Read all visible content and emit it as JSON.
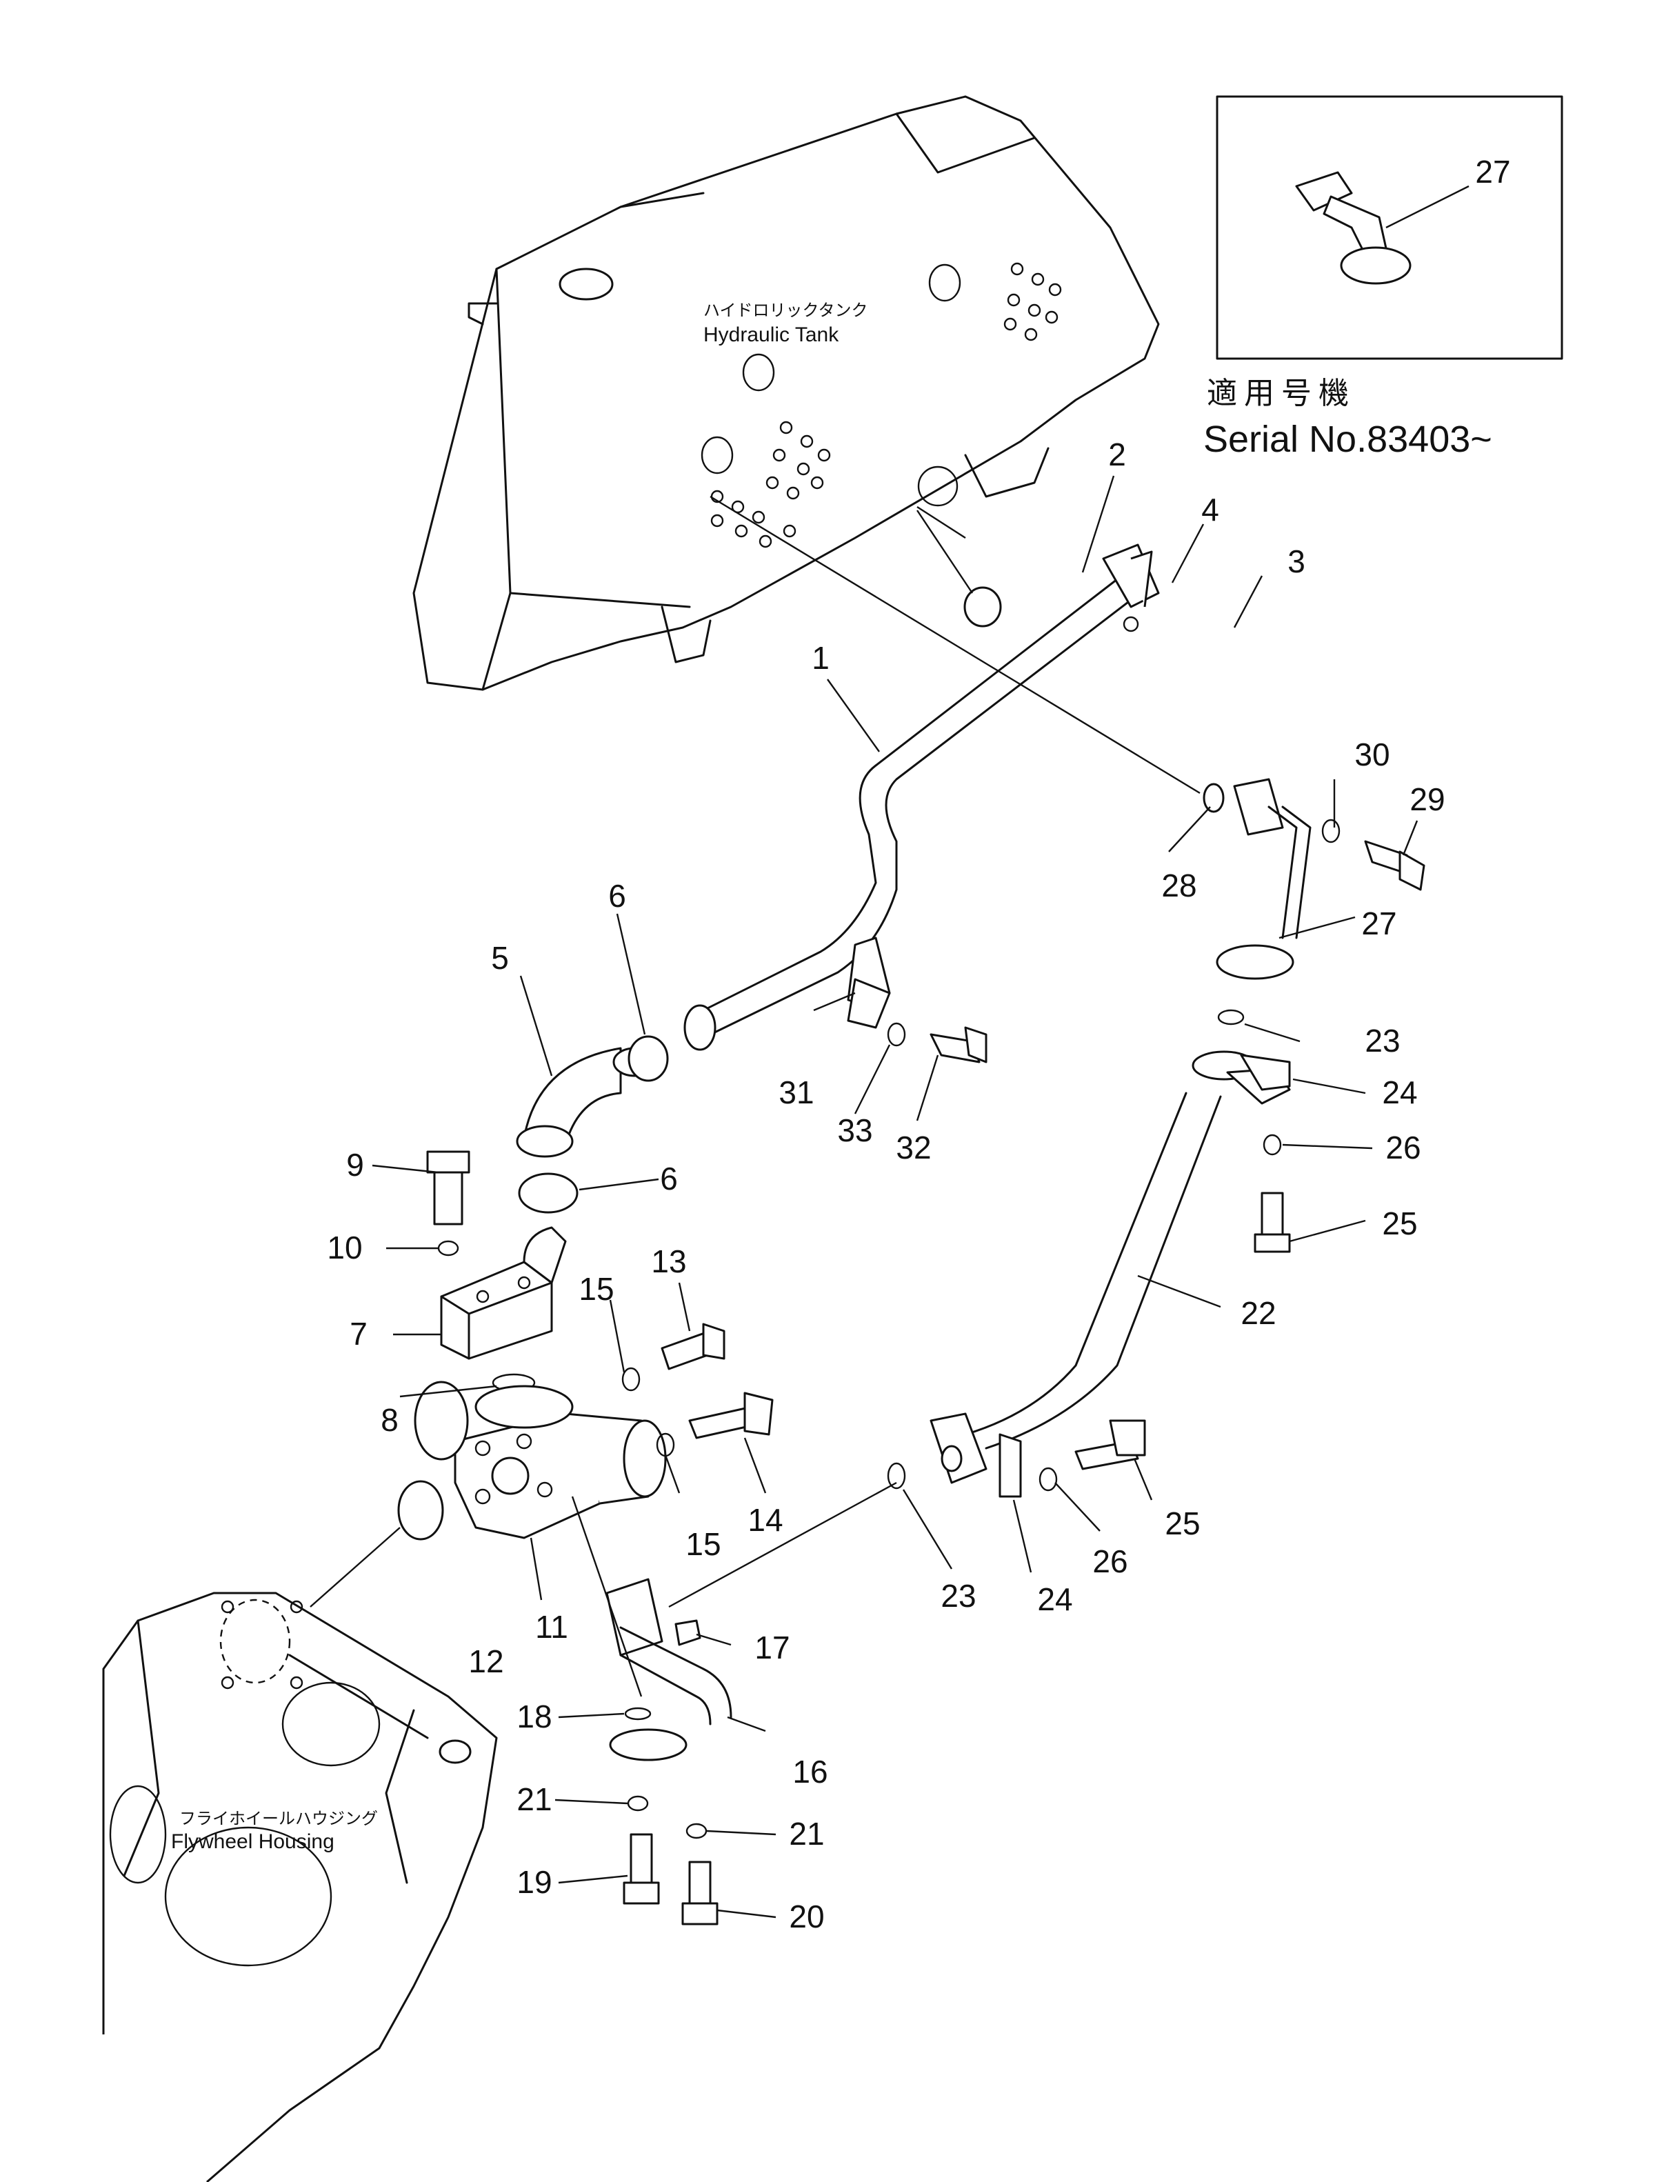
{
  "diagram": {
    "components": {
      "hydraulic_tank": {
        "label_jp": "ハイドロリックタンク",
        "label_en": "Hydraulic Tank"
      },
      "flywheel_housing": {
        "label_jp": "フライホイールハウジング",
        "label_en": "Flywheel Housing"
      }
    },
    "inset": {
      "part_label": "27",
      "applicability_jp": "適用号機",
      "serial_text": "Serial  No.83403~"
    },
    "part_labels": [
      "1",
      "2",
      "3",
      "4",
      "5",
      "6",
      "6",
      "7",
      "8",
      "9",
      "10",
      "11",
      "12",
      "13",
      "14",
      "15",
      "15",
      "16",
      "17",
      "18",
      "19",
      "20",
      "21",
      "21",
      "22",
      "23",
      "23",
      "24",
      "24",
      "25",
      "25",
      "26",
      "26",
      "27",
      "28",
      "29",
      "30",
      "31",
      "32",
      "33"
    ]
  }
}
